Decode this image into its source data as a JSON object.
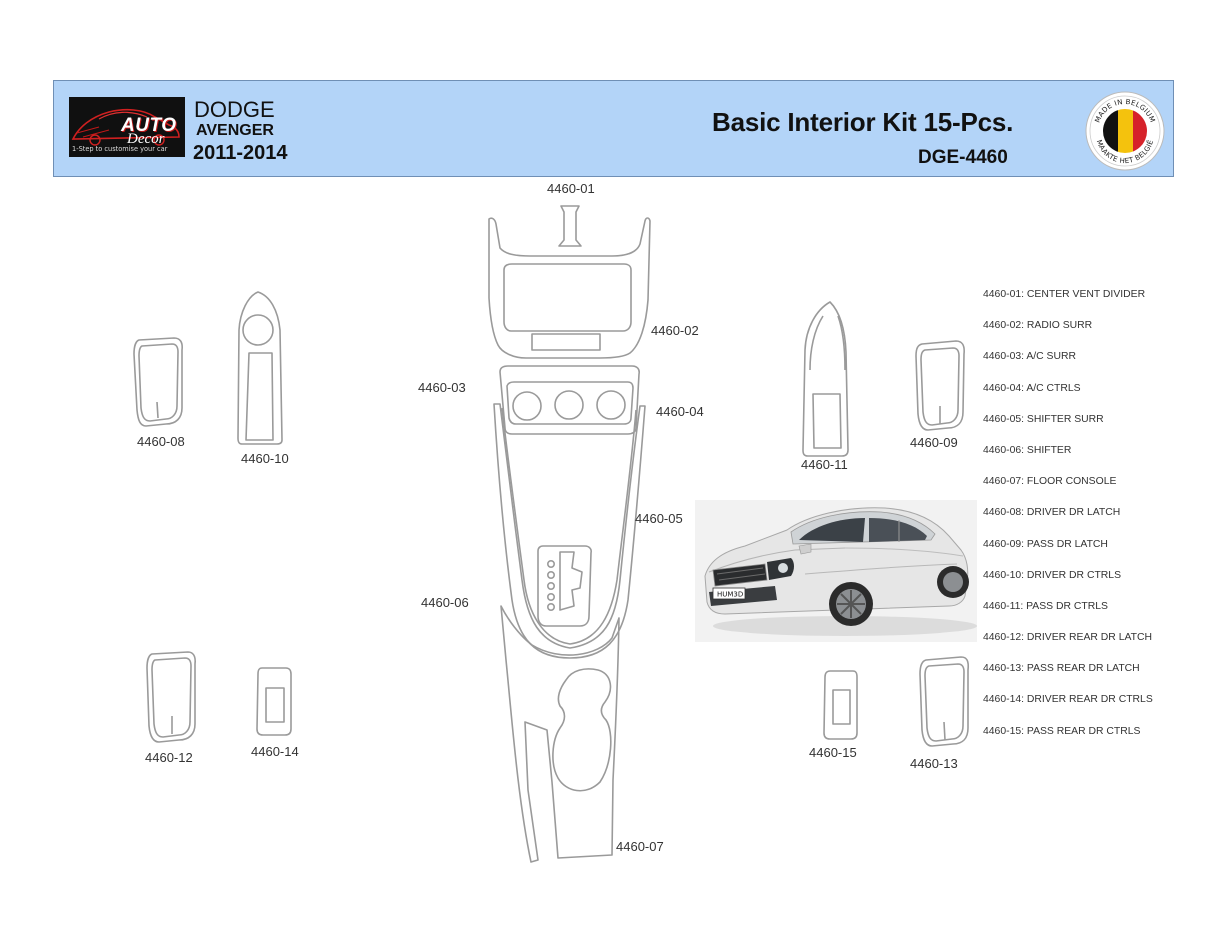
{
  "header": {
    "make": "DODGE",
    "model": "AVENGER",
    "years": "2011-2014",
    "title": "Basic Interior Kit 15-Pcs.",
    "code": "DGE-4460",
    "logo": {
      "brand_top": "AUTO",
      "brand_bottom": "Decor",
      "tagline": "1-Step to customise your car"
    },
    "badge": {
      "top_text": "MADE IN BELGIUM",
      "bottom_text": "MAAKTE HET BELGIË",
      "flag_colors": [
        "#111111",
        "#f4c20d",
        "#d6222a"
      ]
    }
  },
  "parts": [
    {
      "id": "4460-01",
      "label": "4460-01"
    },
    {
      "id": "4460-02",
      "label": "4460-02"
    },
    {
      "id": "4460-03",
      "label": "4460-03"
    },
    {
      "id": "4460-04",
      "label": "4460-04"
    },
    {
      "id": "4460-05",
      "label": "4460-05"
    },
    {
      "id": "4460-06",
      "label": "4460-06"
    },
    {
      "id": "4460-07",
      "label": "4460-07"
    },
    {
      "id": "4460-08",
      "label": "4460-08"
    },
    {
      "id": "4460-09",
      "label": "4460-09"
    },
    {
      "id": "4460-10",
      "label": "4460-10"
    },
    {
      "id": "4460-11",
      "label": "4460-11"
    },
    {
      "id": "4460-12",
      "label": "4460-12"
    },
    {
      "id": "4460-13",
      "label": "4460-13"
    },
    {
      "id": "4460-14",
      "label": "4460-14"
    },
    {
      "id": "4460-15",
      "label": "4460-15"
    }
  ],
  "legend": [
    "4460-01: CENTER VENT DIVIDER",
    "4460-02: RADIO SURR",
    "4460-03: A/C SURR",
    "4460-04: A/C CTRLS",
    "4460-05: SHIFTER SURR",
    "4460-06: SHIFTER",
    "4460-07: FLOOR CONSOLE",
    "4460-08: DRIVER DR LATCH",
    "4460-09: PASS DR LATCH",
    "4460-10: DRIVER DR CTRLS",
    "4460-11: PASS DR CTRLS",
    "4460-12: DRIVER REAR DR LATCH",
    "4460-13: PASS REAR DR LATCH",
    "4460-14: DRIVER REAR DR CTRLS",
    "4460-15: PASS REAR DR CTRLS"
  ],
  "car_photo": {
    "plate": "HUM3D",
    "body_color": "#e6e6e6"
  },
  "colors": {
    "header_bg": "#b3d4f8",
    "outline": "#9a9a9a"
  }
}
